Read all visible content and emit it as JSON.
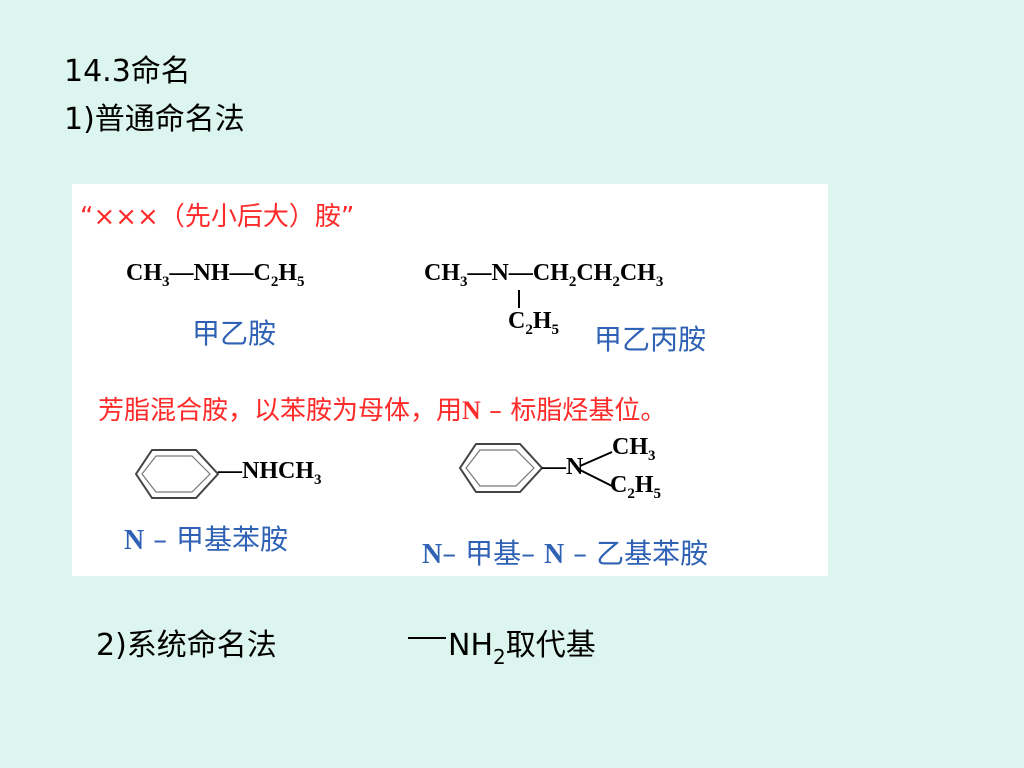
{
  "heading_1": "14.3命名",
  "heading_2": "1)普通命名法",
  "heading_3": "2)系统命名法",
  "heading_4": {
    "group": "NH",
    "subscript": "2",
    "text": "取代基"
  },
  "panel": {
    "rule": "“×××（先小后大）胺”",
    "formula_1": {
      "a": "CH",
      "a_sub": "3",
      "b": "—NH—C",
      "b_sub": "2",
      "c": "H",
      "c_sub": "5"
    },
    "name_1": "甲乙胺",
    "formula_2": {
      "a": "CH",
      "a_sub": "3",
      "b": "—N—CH",
      "b_sub": "2",
      "c": "CH",
      "c_sub": "2",
      "d": "CH",
      "d_sub": "3",
      "branch": "C",
      "branch_sub": "2",
      "branch_h": "H",
      "branch_h_sub": "5"
    },
    "name_2": "甲乙丙胺",
    "rule_2": {
      "part_1": "芳脂混合胺，以苯胺为母体，用",
      "n": "N",
      "part_2": " – 标脂烃基位。"
    },
    "formula_3": {
      "a": "—NHCH",
      "a_sub": "3"
    },
    "name_3": {
      "n": "N",
      "rest": " – 甲基苯胺"
    },
    "formula_4": {
      "n": "—N",
      "top": "CH",
      "top_sub": "3",
      "bottom": "C",
      "bottom_sub": "2",
      "bottom_h": "H",
      "bottom_h_sub": "5"
    },
    "name_4": {
      "n1": "N",
      "part_1": "– 甲基– ",
      "n2": "N",
      "part_2": " – 乙基苯胺"
    }
  }
}
